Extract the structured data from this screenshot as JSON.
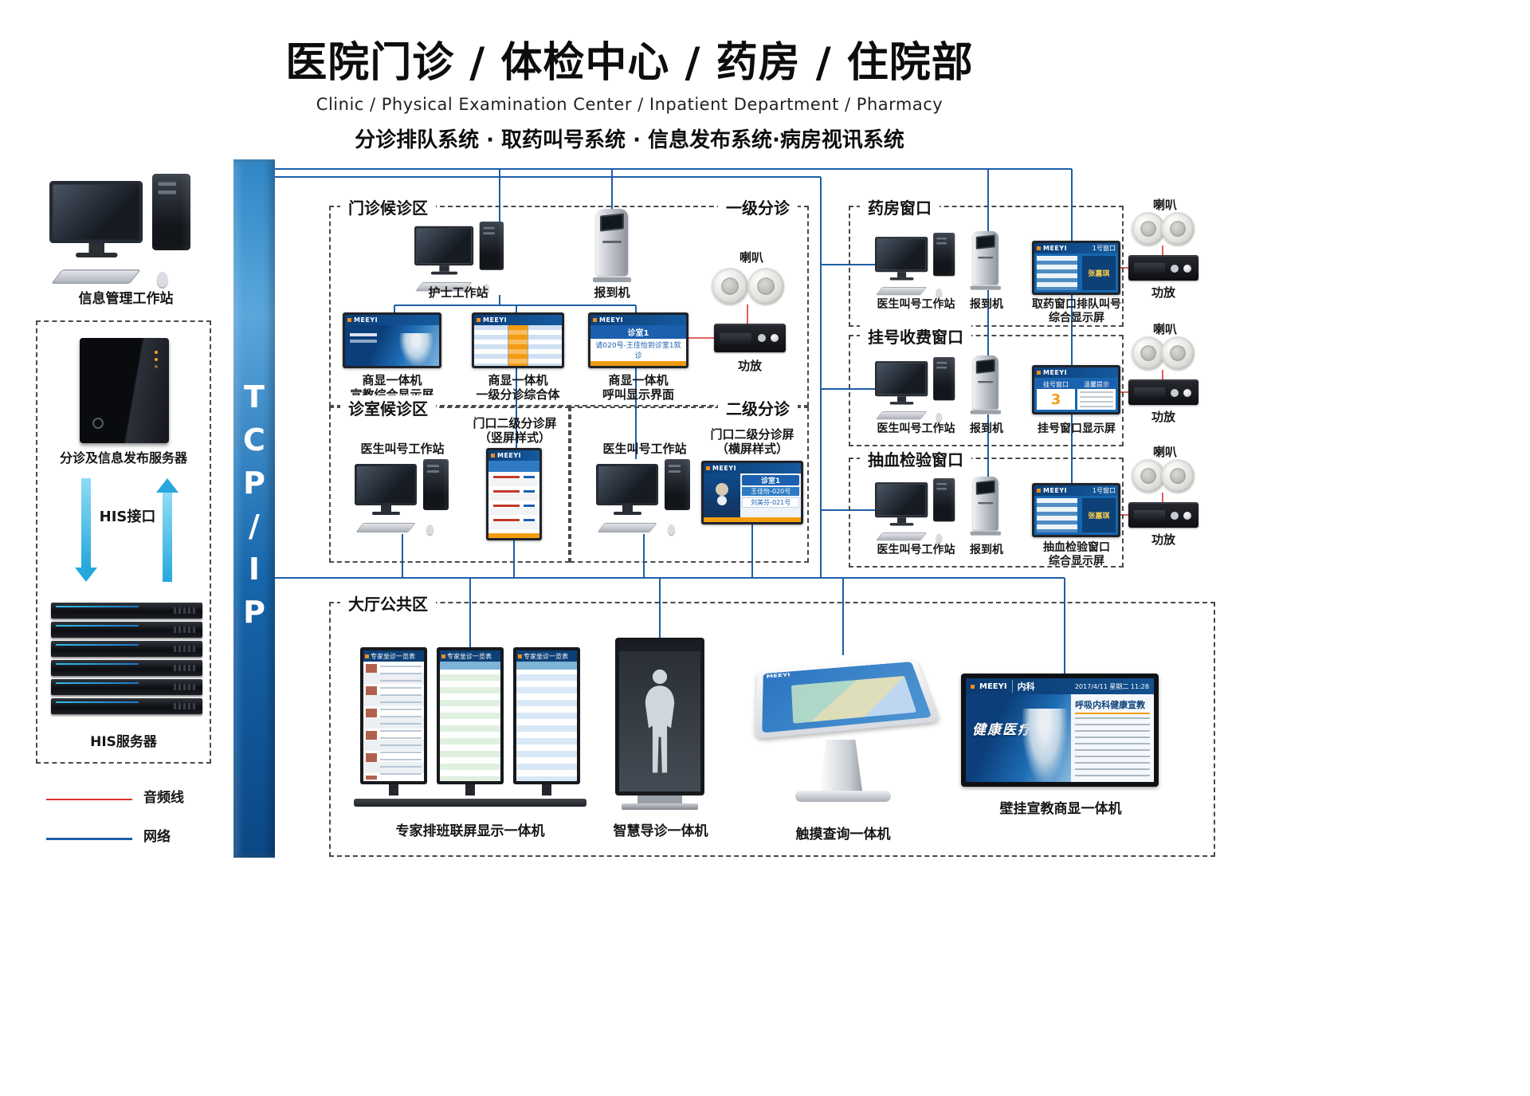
{
  "title": {
    "main": "医院门诊 / 体检中心 / 药房 / 住院部",
    "english": "Clinic / Physical Examination Center / Inpatient Department / Pharmacy",
    "subtitle": "分诊排队系统 · 取药叫号系统 · 信息发布系统·病房视讯系统"
  },
  "backbone": "TCP/IP",
  "common": {
    "doctor_ws": "医生叫号工作站",
    "kiosk": "报到机",
    "speaker": "喇叭",
    "amp": "功放",
    "brand": "MEEYI"
  },
  "left": {
    "info_ws": "信息管理工作站",
    "server": "分诊及信息发布服务器",
    "his_interface": "HIS接口",
    "his_server": "HIS服务器"
  },
  "legend": {
    "audio": "音频线",
    "audio_color": "#d9352b",
    "network": "网络",
    "network_color": "#1c5fa8"
  },
  "outpatient": {
    "title": "门诊候诊区",
    "badge": "一级分诊",
    "nurse_ws": "护士工作站",
    "screens": {
      "s1_l1": "商显一体机",
      "s1_l2": "宣教综合显示屏",
      "s2_l1": "商显一体机",
      "s2_l2": "一级分诊综合体",
      "s3_l1": "商显一体机",
      "s3_l2": "呼叫显示界面"
    },
    "call_room": "诊室1",
    "call_text": "请020号-王佳怡到诊室1就诊"
  },
  "consult": {
    "title": "诊室候诊区",
    "screen_l1": "门口二级分诊屏",
    "screen_l2": "（竖屏样式）"
  },
  "secondary": {
    "badge": "二级分诊",
    "screen_l1": "门口二级分诊屏",
    "screen_l2": "（横屏样式）",
    "room": "诊室1",
    "p1": "王佳怡-020号",
    "p2": "刘美芬-021号"
  },
  "pharmacy": {
    "title": "药房窗口",
    "screen_l1": "取药窗口排队叫号",
    "screen_l2": "综合显示屏",
    "win": "1号窗口",
    "name": "张嘉琪"
  },
  "registration": {
    "title": "挂号收费窗口",
    "screen_l1": "挂号窗口显示屏",
    "win": "挂号窗口",
    "num": "3",
    "tip": "温馨提示"
  },
  "blood": {
    "title": "抽血检验窗口",
    "screen_l1": "抽血检验窗口",
    "screen_l2": "综合显示屏",
    "win": "1号窗口",
    "name": "张嘉琪"
  },
  "hall": {
    "title": "大厅公共区",
    "device1": "专家排班联屏显示一体机",
    "device2": "智慧导诊一体机",
    "device3": "触摸查询一体机",
    "device4": "壁挂宣教商显一体机",
    "panel_header": "专家坐诊一览表"
  },
  "wall": {
    "dept": "内科",
    "datetime": "2017/4/11  星期二 11:28",
    "heading": "呼吸内科健康宣教",
    "poster": "健康医疗"
  }
}
